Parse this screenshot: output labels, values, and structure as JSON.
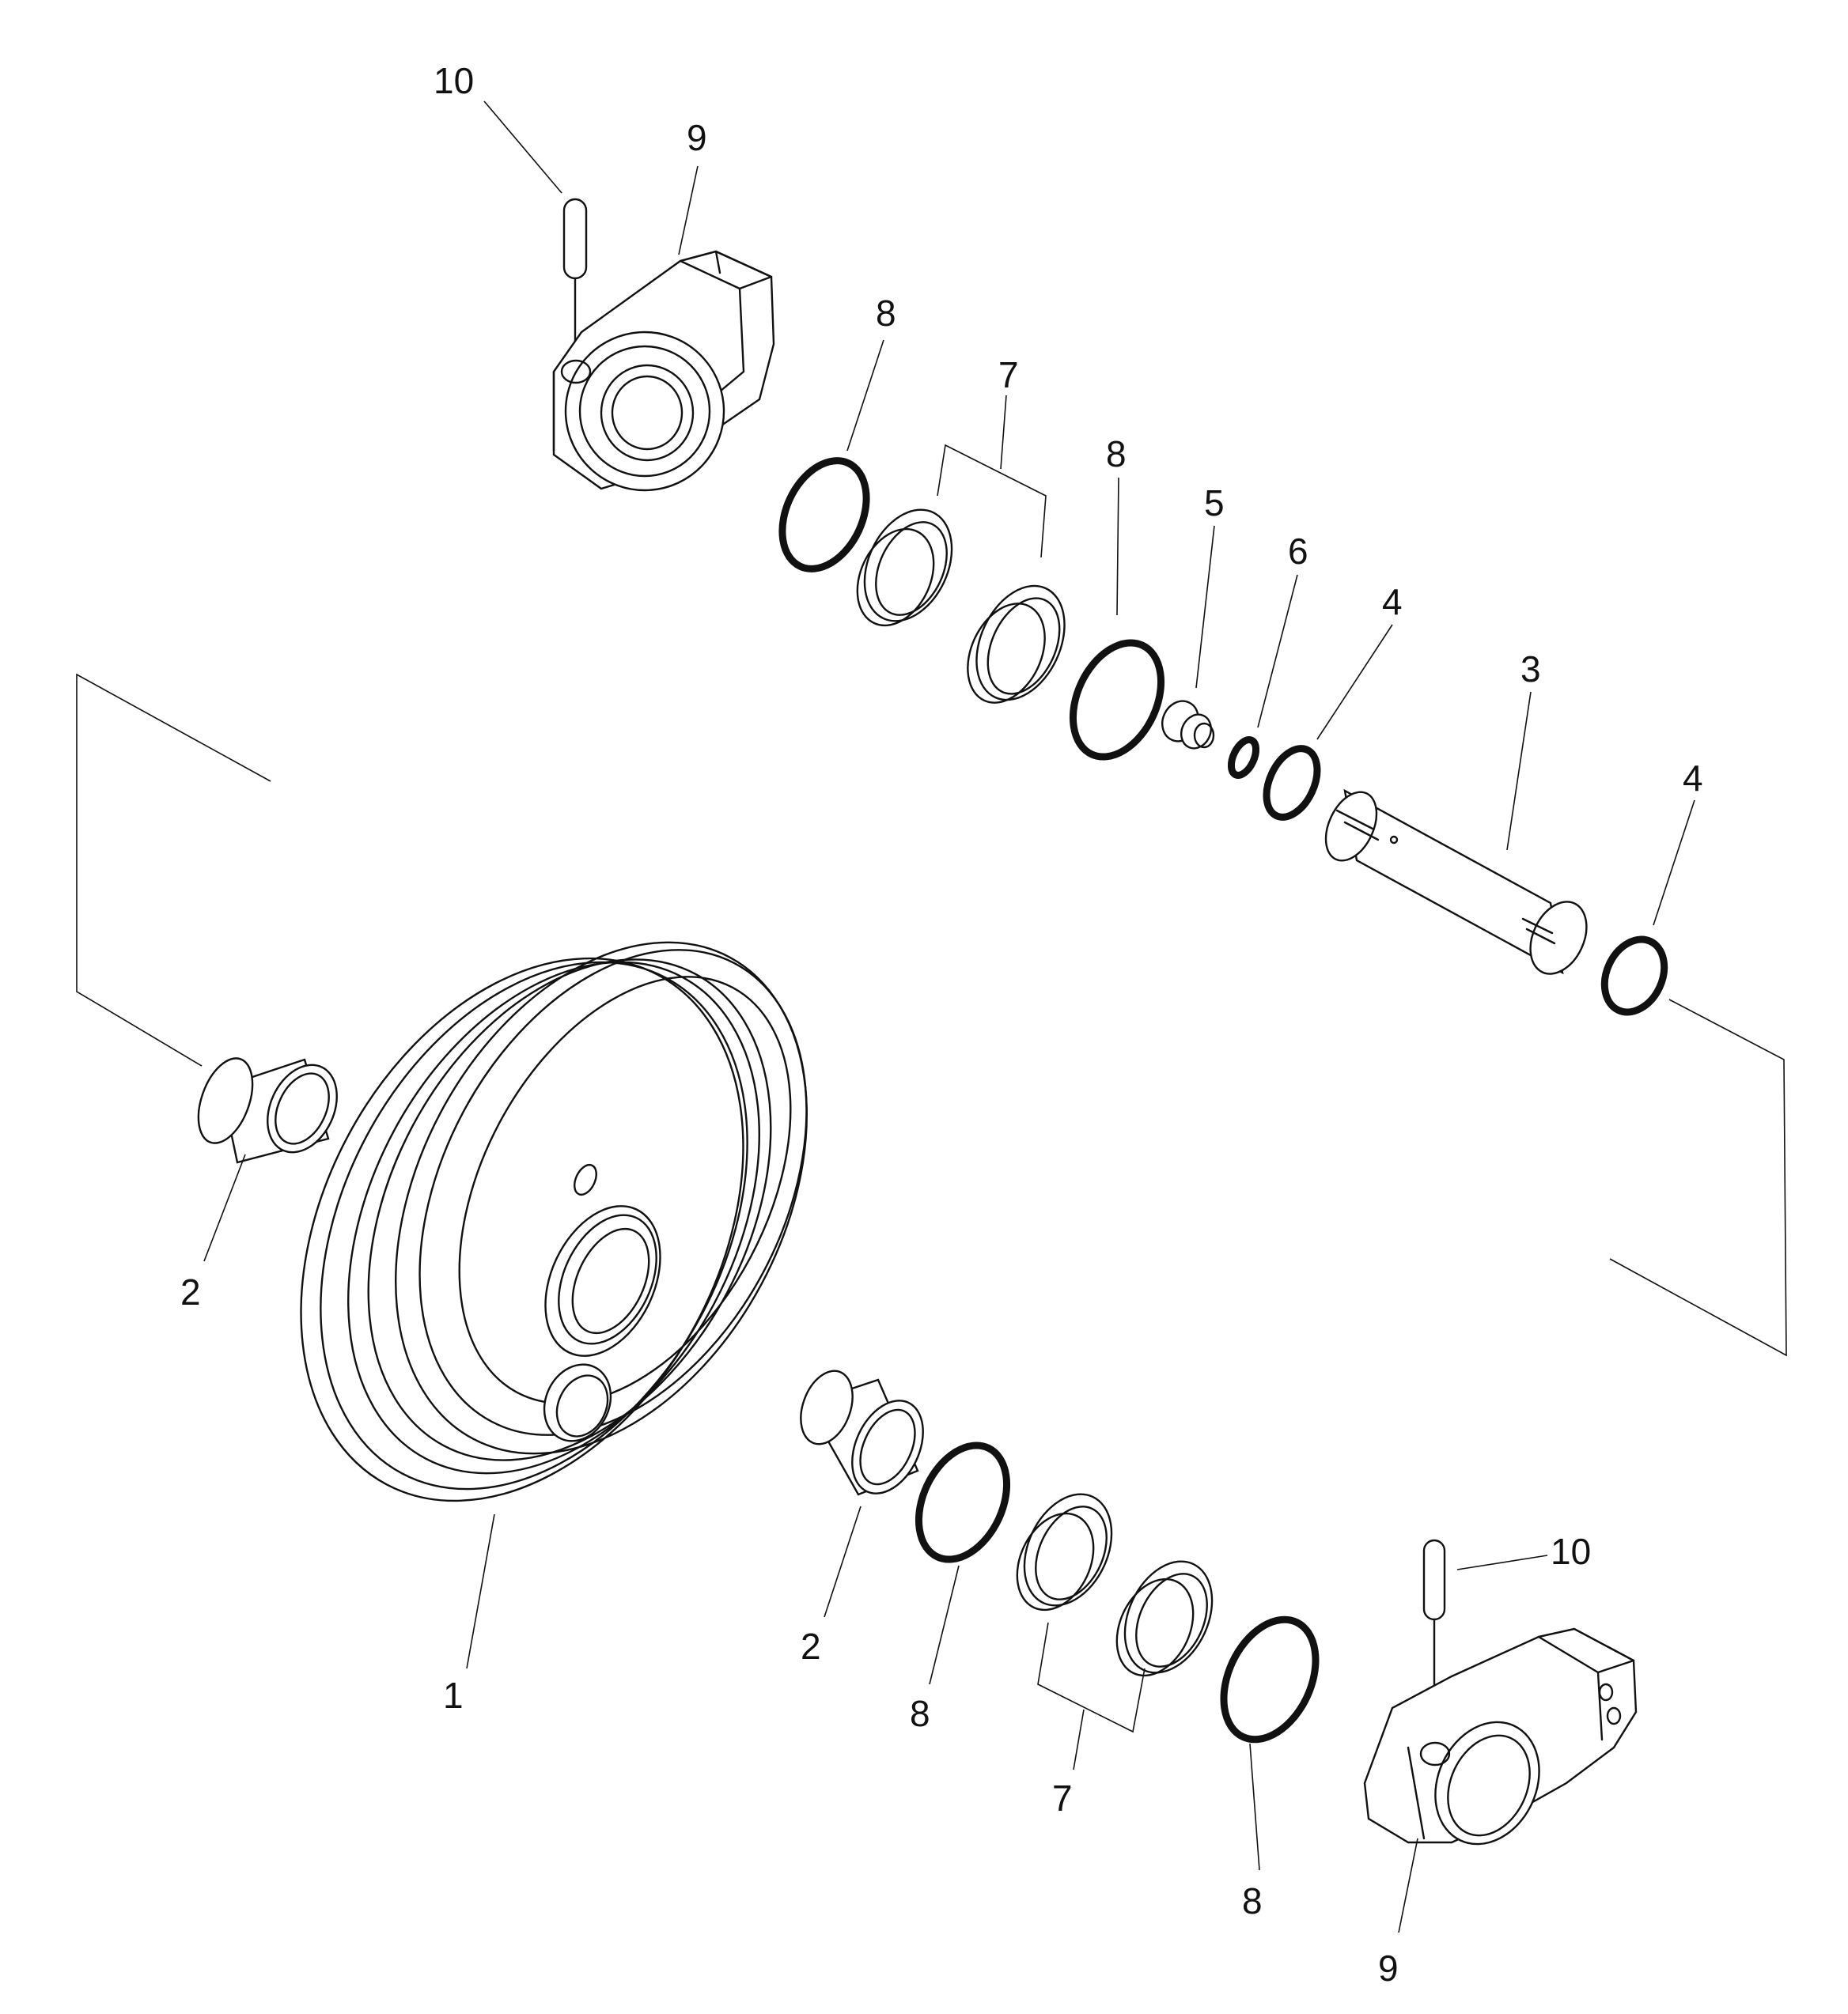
{
  "callouts": {
    "c10_top": "10",
    "c9_top": "9",
    "c8_a": "8",
    "c7_top": "7",
    "c8_b": "8",
    "c5": "5",
    "c6": "6",
    "c4_a": "4",
    "c3": "3",
    "c4_b": "4",
    "c2_left": "2",
    "c1": "1",
    "c2_mid": "2",
    "c8_c": "8",
    "c7_bottom": "7",
    "c8_d": "8",
    "c10_bottom": "10",
    "c9_bottom": "9"
  }
}
